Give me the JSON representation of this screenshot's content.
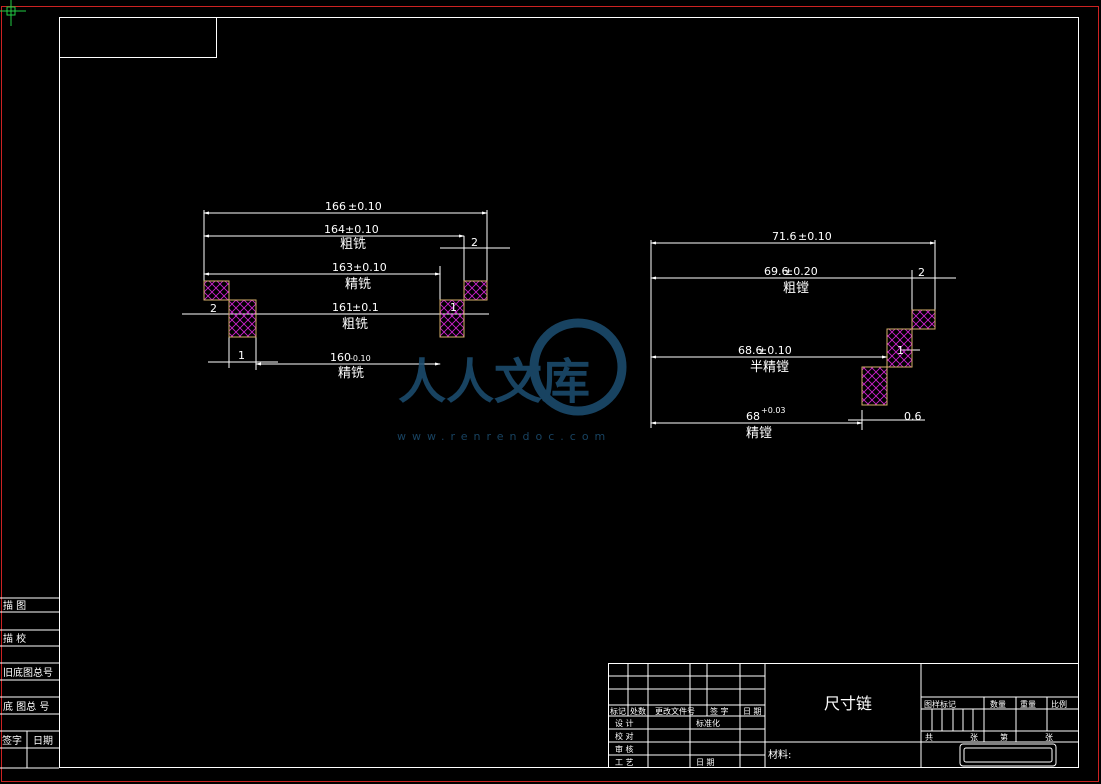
{
  "colors": {
    "background": "#000000",
    "line": "#ffffff",
    "outer_border": "#cc2222",
    "hatch": "#cc22cc",
    "hatch_outline": "#d4b06a",
    "crosshair": "#22cc44",
    "watermark": "#1d4f73"
  },
  "left_diagram": {
    "dims": [
      {
        "value": "166",
        "tol": "±0.10"
      },
      {
        "value": "164",
        "tol": "±0.10",
        "process": "粗铣"
      },
      {
        "value": "163",
        "tol": "±0.10",
        "process": "精铣"
      },
      {
        "value": "161",
        "tol": "±0.1",
        "process": "粗铣"
      },
      {
        "value": "160",
        "tol": "-0.10",
        "process": "精铣"
      }
    ],
    "step_labels": [
      "2",
      "2",
      "1",
      "1"
    ]
  },
  "right_diagram": {
    "dims": [
      {
        "value": "71.6",
        "tol": "±0.10"
      },
      {
        "value": "69.6",
        "tol": "±0.20",
        "process": "粗镗"
      },
      {
        "value": "68.6",
        "tol": "±0.10",
        "process": "半精镗"
      },
      {
        "value": "68",
        "tol": "+0.03",
        "process": "精镗"
      }
    ],
    "step_labels": [
      "2",
      "1",
      "0.6"
    ]
  },
  "watermark": {
    "text": "人人文库",
    "url": "www.renrendoc.com"
  },
  "left_strip": {
    "rows": [
      "描 图",
      "描 校",
      "旧底图总号",
      "底 图总 号"
    ],
    "sign_label": "签字",
    "date_label": "日期"
  },
  "title_block": {
    "drawing_title": "尺寸链",
    "revision_headers": [
      "标记",
      "处数",
      "更改文件号",
      "签 字",
      "日 期"
    ],
    "roles": [
      "设 计",
      "校 对",
      "审 核",
      "工 艺"
    ],
    "standardize_label": "标准化",
    "date_label": "日 期",
    "material_label": "材料:",
    "stage_headers": [
      "图样标记",
      "数量",
      "重量",
      "比例"
    ],
    "sheet_labels": [
      "共",
      "张",
      "第",
      "张"
    ]
  }
}
